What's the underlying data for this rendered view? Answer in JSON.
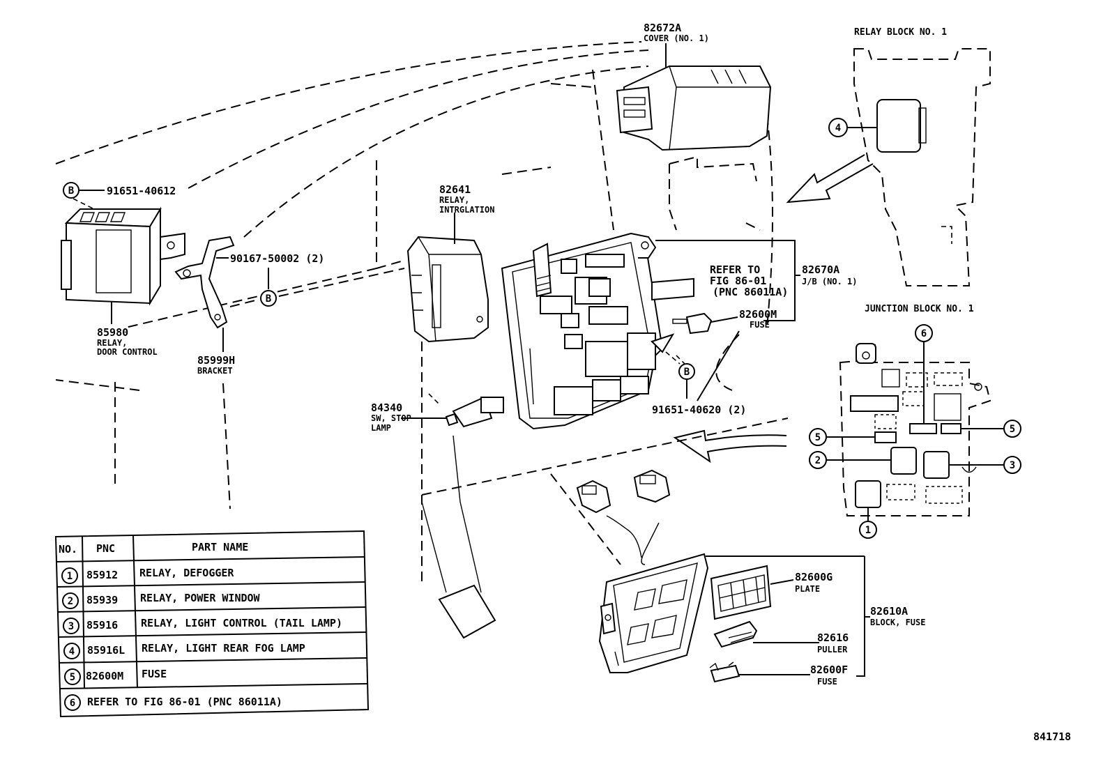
{
  "labels": {
    "cover": {
      "pnc": "82672A",
      "name": "COVER (NO. 1)"
    },
    "relay_block_title": "RELAY BLOCK NO. 1",
    "junction_block_title": "JUNCTION BLOCK NO. 1",
    "bolt_top": {
      "marker": "B",
      "pnc": "91651-40612"
    },
    "screw": {
      "pnc": "90167-50002 (2)"
    },
    "bolt_mid_marker": "B",
    "door_relay": {
      "pnc": "85980",
      "name1": "RELAY,",
      "name2": "DOOR CONTROL"
    },
    "bracket": {
      "pnc": "85999H",
      "name": "BRACKET"
    },
    "integ_relay": {
      "pnc": "82641",
      "name1": "RELAY,",
      "name2": "INTRGLATION"
    },
    "refer": {
      "line1": "REFER TO",
      "line2": "FIG 86-01",
      "line3": "(PNC 86011A)"
    },
    "jb": {
      "pnc": "82670A",
      "name": "J/B (NO. 1)"
    },
    "fuse_m": {
      "pnc": "82600M",
      "name": "FUSE"
    },
    "bolt_low": {
      "marker": "B",
      "pnc": "91651-40620 (2)"
    },
    "stop_sw": {
      "pnc": "84340",
      "name1": "SW, STOP",
      "name2": "LAMP"
    },
    "plate": {
      "pnc": "82600G",
      "name": "PLATE"
    },
    "fuse_block": {
      "pnc": "82610A",
      "name": "BLOCK, FUSE"
    },
    "puller": {
      "pnc": "82616",
      "name": "PULLER"
    },
    "fuse_f": {
      "pnc": "82600F",
      "name": "FUSE"
    },
    "figure_number": "841718"
  },
  "callouts": {
    "relay_block_4": "4",
    "jb_6": "6",
    "jb_5_left": "5",
    "jb_5_right": "5",
    "jb_2": "2",
    "jb_3": "3",
    "jb_1": "1"
  },
  "table": {
    "headers": [
      "NO.",
      "PNC",
      "PART NAME"
    ],
    "rows": [
      {
        "no": "1",
        "pnc": "85912",
        "name": "RELAY, DEFOGGER"
      },
      {
        "no": "2",
        "pnc": "85939",
        "name": "RELAY, POWER WINDOW"
      },
      {
        "no": "3",
        "pnc": "85916",
        "name": "RELAY, LIGHT CONTROL  (TAIL LAMP)"
      },
      {
        "no": "4",
        "pnc": "85916L",
        "name": "RELAY, LIGHT REAR FOG LAMP"
      },
      {
        "no": "5",
        "pnc": "82600M",
        "name": "FUSE"
      },
      {
        "no": "6",
        "pnc": "",
        "name": "REFER TO FIG 86-01   (PNC 86011A)"
      }
    ]
  }
}
